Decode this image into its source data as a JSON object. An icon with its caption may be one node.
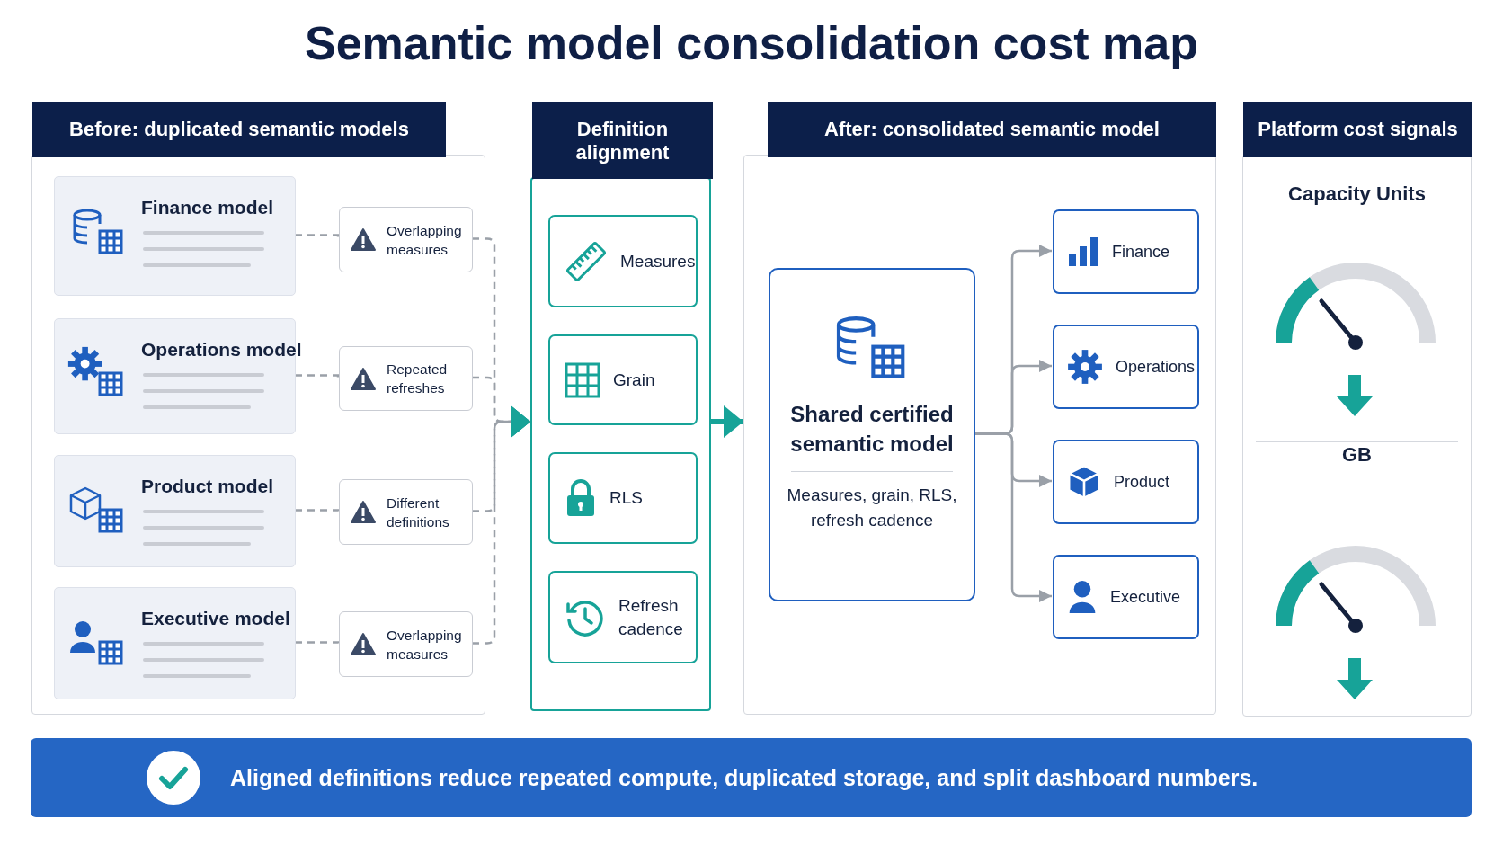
{
  "diagram": {
    "title": "Semantic model consolidation cost map",
    "nodes": [
      {
        "text": [
          "Before: duplicated semantic models"
        ]
      },
      {
        "text": [
          "Finance model"
        ],
        "in": 0
      },
      {
        "text": [
          "Operations model"
        ],
        "in": 0
      },
      {
        "text": [
          "Product model"
        ],
        "in": 0
      },
      {
        "text": [
          "Executive model"
        ],
        "in": 0
      },
      {
        "text": [
          "Overlapping measures"
        ],
        "in": 0
      },
      {
        "text": [
          "Repeated refreshes"
        ],
        "in": 0
      },
      {
        "text": [
          "Different definitions"
        ],
        "in": 0
      },
      {
        "text": [
          "Overlapping measures"
        ],
        "in": 0
      },
      {
        "text": [
          "Definition alignment"
        ]
      },
      {
        "text": [
          "Measures"
        ],
        "in": 9
      },
      {
        "text": [
          "Grain"
        ],
        "in": 9
      },
      {
        "text": [
          "RLS"
        ],
        "in": 9
      },
      {
        "text": [
          "Refresh cadence"
        ],
        "in": 9
      },
      {
        "text": [
          "After: consolidated semantic model"
        ]
      },
      {
        "text": [
          "Shared certified semantic model",
          "Measures, grain, RLS, refresh cadence"
        ],
        "in": 14
      },
      {
        "text": [
          "Finance"
        ],
        "in": 14
      },
      {
        "text": [
          "Operations"
        ],
        "in": 14
      },
      {
        "text": [
          "Product"
        ],
        "in": 14
      },
      {
        "text": [
          "Executive"
        ],
        "in": 14
      },
      {
        "text": [
          "Platform cost signals",
          "Capacity Units",
          "GB"
        ]
      },
      {
        "text": [
          "Aligned definitions reduce repeated compute, duplicated storage, and split dashboard numbers."
        ]
      }
    ],
    "edges": [
      {
        "from": 1,
        "to": 5,
        "arrow": "none",
        "style": "dashed"
      },
      {
        "from": 2,
        "to": 6,
        "arrow": "none",
        "style": "dashed"
      },
      {
        "from": 3,
        "to": 7,
        "arrow": "none",
        "style": "dashed"
      },
      {
        "from": 4,
        "to": 8,
        "arrow": "none",
        "style": "dashed"
      },
      {
        "from": 5,
        "to": 9,
        "arrow": "to",
        "style": "dashed"
      },
      {
        "from": 6,
        "to": 9,
        "arrow": "to",
        "style": "dashed"
      },
      {
        "from": 7,
        "to": 9,
        "arrow": "to",
        "style": "dashed"
      },
      {
        "from": 8,
        "to": 9,
        "arrow": "to",
        "style": "dashed"
      },
      {
        "from": 9,
        "to": 14,
        "arrow": "to",
        "style": "thick",
        "color": "#17a398"
      },
      {
        "from": 15,
        "to": 16,
        "arrow": "to"
      },
      {
        "from": 15,
        "to": 17,
        "arrow": "to"
      },
      {
        "from": 15,
        "to": 18,
        "arrow": "to"
      },
      {
        "from": 15,
        "to": 19,
        "arrow": "to"
      }
    ]
  }
}
